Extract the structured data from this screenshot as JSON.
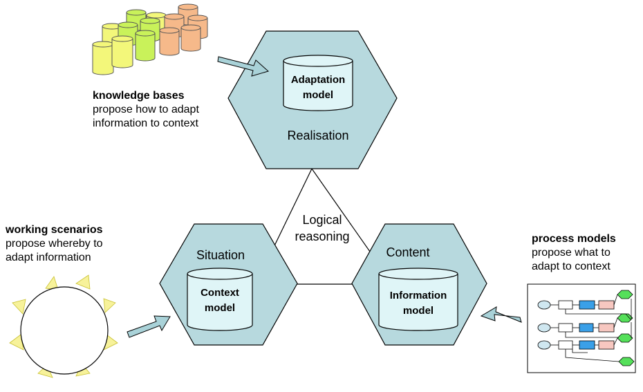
{
  "hexagons": {
    "top": {
      "title": "Realisation",
      "model_line1": "Adaptation",
      "model_line2": "model"
    },
    "left": {
      "title": "Situation",
      "model_line1": "Context",
      "model_line2": "model"
    },
    "right": {
      "title": "Content",
      "model_line1": "Information",
      "model_line2": "model"
    },
    "center": {
      "line1": "Logical",
      "line2": "reasoning"
    }
  },
  "sources": {
    "knowledge_bases": {
      "heading": "knowledge bases",
      "line1": "propose how to adapt",
      "line2": "information to context"
    },
    "working_scenarios": {
      "heading": "working scenarios",
      "line1": "propose whereby to",
      "line2": "adapt information"
    },
    "process_models": {
      "heading": "process models",
      "line1": "propose what to",
      "line2": "adapt to context"
    }
  },
  "colors": {
    "hex_fill": "#b7d9de",
    "cylinder_fill": "#dff5f7",
    "arrow_fill": "#a9d2d8",
    "db_yellow": "#f3f77a",
    "db_green": "#c9f25a",
    "db_orange": "#f6b98a",
    "sun_ray": "#f7f29a",
    "process_green": "#55e05a",
    "process_blue": "#3aa0e8",
    "process_pink": "#f7c7c0",
    "process_oval": "#cfe7f0"
  },
  "icons": {
    "knowledge_bases": "database-stack-icon",
    "working_scenarios": "sun-icon",
    "process_models": "process-flow-icon"
  }
}
